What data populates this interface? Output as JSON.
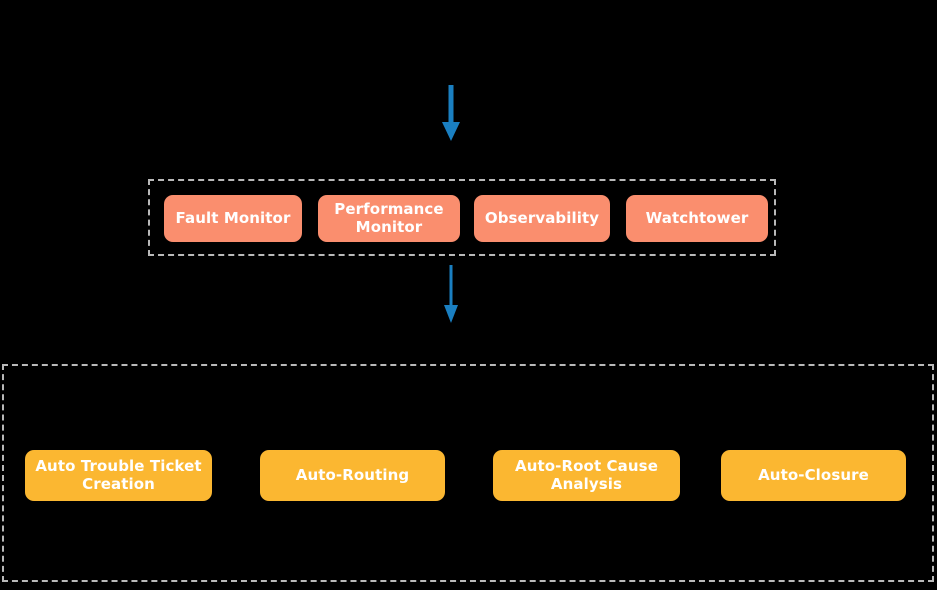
{
  "diagram": {
    "background_color": "#000000",
    "arrow_color": "#1a7fc1",
    "dashed_border_color": "#b9b9b9",
    "monitoring_node_color": "#fa8e6e",
    "automation_node_color": "#fbb731",
    "node_text_color": "#ffffff",
    "arrows": [
      {
        "name": "arrow-into-monitoring",
        "label": ""
      },
      {
        "name": "arrow-monitoring-to-automation",
        "label": ""
      }
    ],
    "groups": [
      {
        "id": "monitoring-group",
        "label": "",
        "nodes": [
          {
            "id": "fault-monitor",
            "label": "Fault Monitor"
          },
          {
            "id": "performance-monitor",
            "label": "Performance Monitor"
          },
          {
            "id": "observability",
            "label": "Observability"
          },
          {
            "id": "watchtower",
            "label": "Watchtower"
          }
        ]
      },
      {
        "id": "automation-group",
        "label": "",
        "nodes": [
          {
            "id": "auto-trouble-ticket-creation",
            "label": "Auto Trouble Ticket Creation"
          },
          {
            "id": "auto-routing",
            "label": "Auto-Routing"
          },
          {
            "id": "auto-root-cause-analysis",
            "label": "Auto-Root Cause Analysis"
          },
          {
            "id": "auto-closure",
            "label": "Auto-Closure"
          }
        ]
      }
    ]
  }
}
